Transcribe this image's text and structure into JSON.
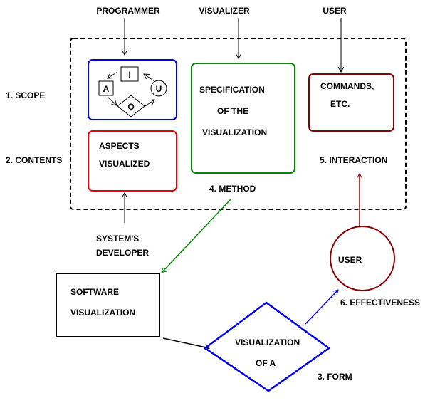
{
  "actors": {
    "programmer": "PROGRAMMER",
    "visualizer": "VISUALIZER",
    "user_top": "USER",
    "systems_developer_line1": "SYSTEM'S",
    "systems_developer_line2": "DEVELOPER"
  },
  "dimensions": {
    "scope": "1. SCOPE",
    "contents": "2. CONTENTS",
    "form": "3. FORM",
    "method": "4. METHOD",
    "interaction": "5. INTERACTION",
    "effectiveness": "6. EFFECTIVENESS"
  },
  "scope_box": {
    "node_i": "I",
    "node_a": "A",
    "node_o": "O",
    "node_u": "U"
  },
  "contents_box": {
    "line1": "ASPECTS",
    "line2": "VISUALIZED"
  },
  "method_box": {
    "line1": "SPECIFICATION",
    "line2": "OF THE",
    "line3": "VISUALIZATION"
  },
  "interaction_box": {
    "line1": "COMMANDS,",
    "line2": "ETC."
  },
  "software_vis_box": {
    "line1": "SOFTWARE",
    "line2": "VISUALIZATION"
  },
  "form_diamond": {
    "line1": "VISUALIZATION",
    "line2": "OF   A"
  },
  "user_circle": {
    "label": "USER"
  },
  "colors": {
    "scope": "#0000dd",
    "contents": "#ee0000",
    "method": "#008800",
    "interaction": "#880000",
    "form": "#0000ee",
    "black": "#000000"
  }
}
